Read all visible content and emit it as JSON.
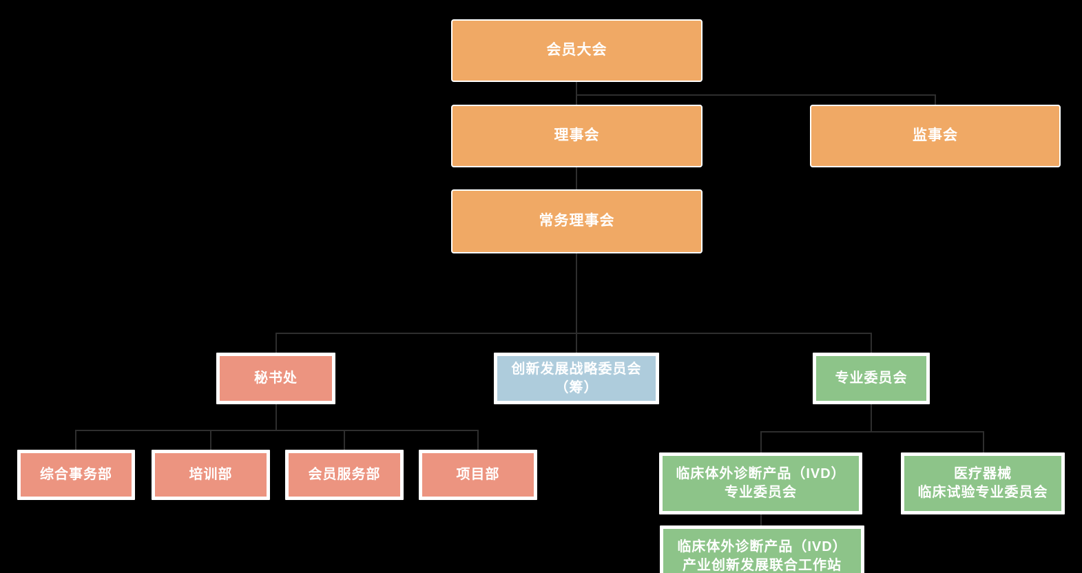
{
  "diagram": {
    "type": "org-chart",
    "background_color": "#000000",
    "connector_color": "#2e2e2e",
    "node_text_color": "#ffffff",
    "node_border_color": "#ffffff",
    "palette": {
      "orange": "#F0A965",
      "salmon": "#EC9480",
      "blue": "#AECCDC",
      "green": "#8DC489"
    },
    "nodes": {
      "members_assembly": "会员大会",
      "board_of_directors": "理事会",
      "supervisory_board": "监事会",
      "standing_council": "常务理事会",
      "secretariat": "秘书处",
      "innovation_strategy_committee": "创新发展战略委员会\n（筹）",
      "professional_committees": "专业委员会",
      "general_affairs_dept": "综合事务部",
      "training_dept": "培训部",
      "member_services_dept": "会员服务部",
      "project_dept": "项目部",
      "ivd_professional_committee": "临床体外诊断产品（IVD）\n专业委员会",
      "medical_device_trial_committee": "医疗器械\n临床试验专业委员会",
      "ivd_joint_workstation": "临床体外诊断产品（IVD）\n产业创新发展联合工作站"
    },
    "edges": [
      [
        "members_assembly",
        "board_of_directors"
      ],
      [
        "members_assembly",
        "supervisory_board"
      ],
      [
        "board_of_directors",
        "standing_council"
      ],
      [
        "standing_council",
        "secretariat"
      ],
      [
        "standing_council",
        "innovation_strategy_committee"
      ],
      [
        "standing_council",
        "professional_committees"
      ],
      [
        "secretariat",
        "general_affairs_dept"
      ],
      [
        "secretariat",
        "training_dept"
      ],
      [
        "secretariat",
        "member_services_dept"
      ],
      [
        "secretariat",
        "project_dept"
      ],
      [
        "professional_committees",
        "ivd_professional_committee"
      ],
      [
        "professional_committees",
        "medical_device_trial_committee"
      ],
      [
        "ivd_professional_committee",
        "ivd_joint_workstation"
      ]
    ]
  }
}
